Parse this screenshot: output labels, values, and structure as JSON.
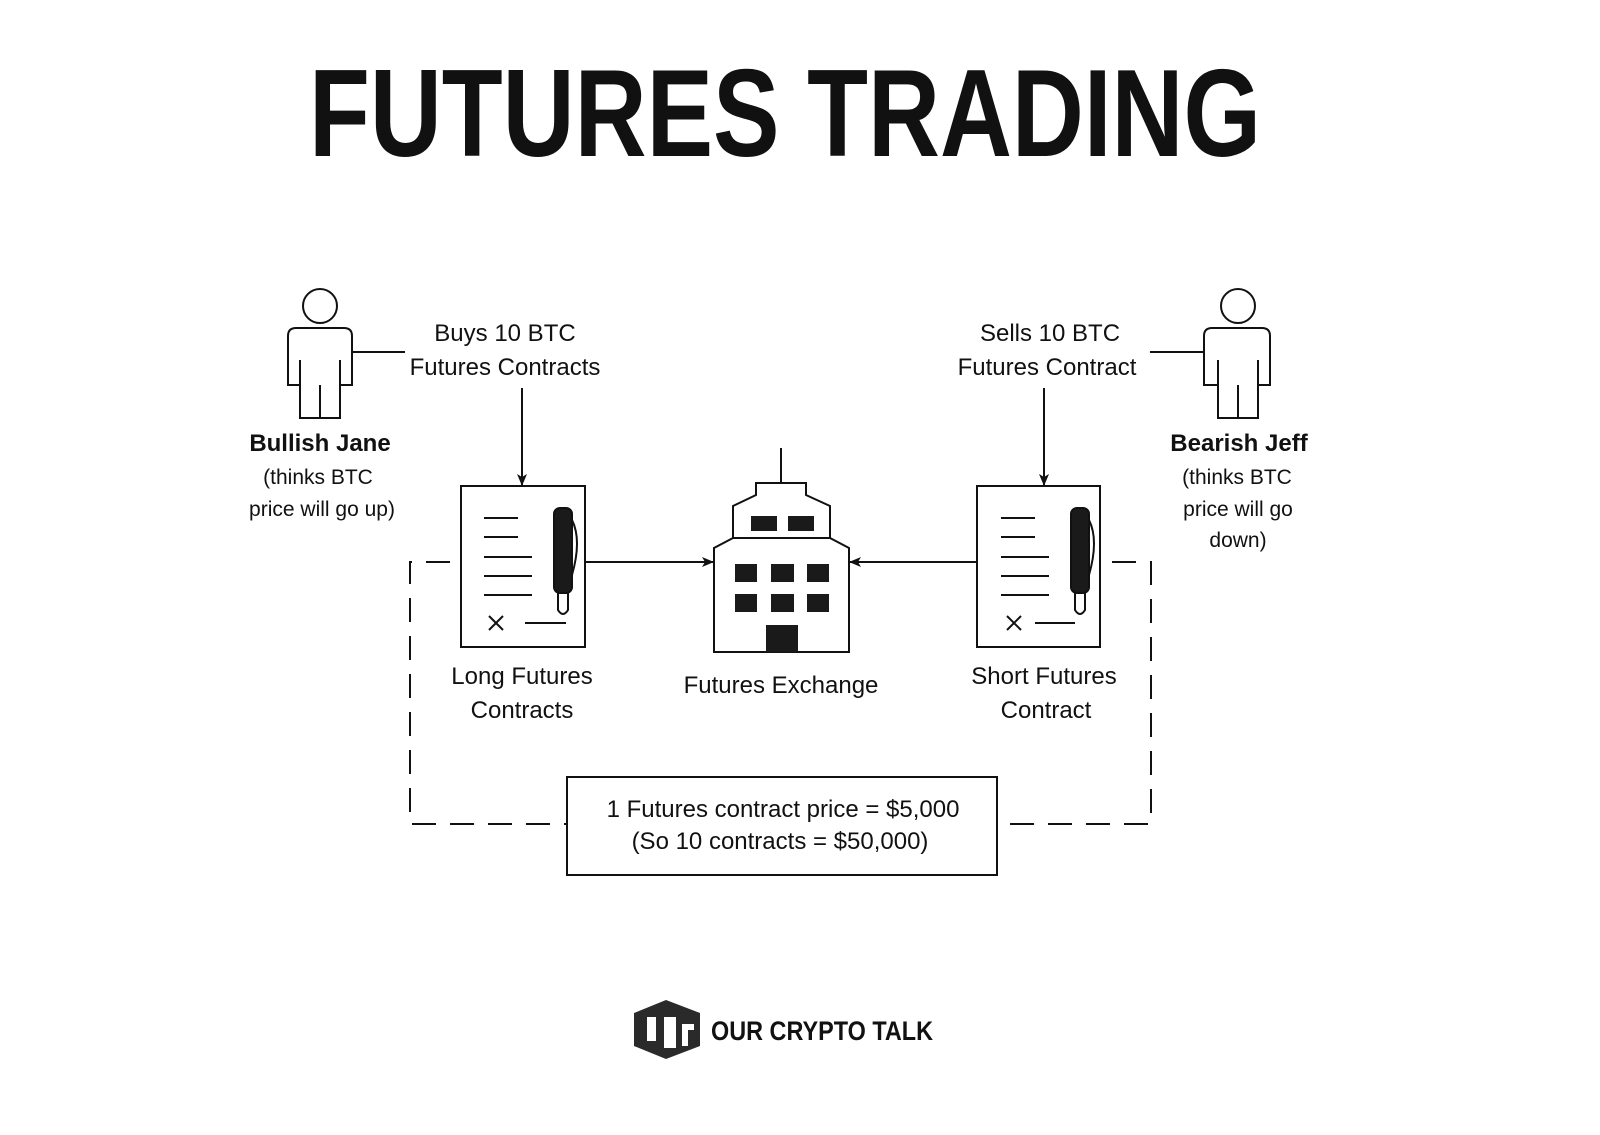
{
  "title": "FUTURES TRADING",
  "buyer": {
    "name": "Bullish Jane",
    "note_lines": [
      "(thinks BTC",
      "price will go up)"
    ],
    "action_lines": [
      "Buys 10 BTC",
      "Futures Contracts"
    ],
    "contract_lines": [
      "Long Futures",
      "Contracts"
    ]
  },
  "seller": {
    "name": "Bearish Jeff",
    "note_lines": [
      "(thinks BTC",
      "price will go",
      "down)"
    ],
    "action_lines": [
      "Sells 10 BTC",
      "Futures Contract"
    ],
    "contract_lines": [
      "Short Futures",
      "Contract"
    ]
  },
  "exchange": {
    "label": "Futures Exchange"
  },
  "price_box": {
    "lines": [
      "1 Futures contract price = $5,000",
      "(So 10 contracts = $50,000)"
    ]
  },
  "logo": {
    "text": "OUR CRYPTO TALK"
  },
  "colors": {
    "ink": "#111111",
    "logo": "#2a2a2a"
  }
}
